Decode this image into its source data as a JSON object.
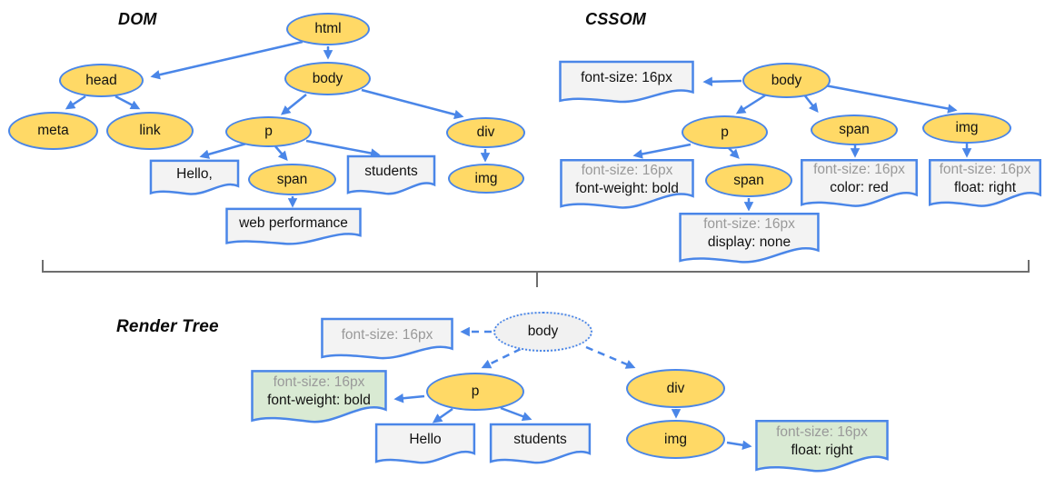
{
  "diagram": {
    "colors": {
      "node_fill": "#ffd966",
      "node_border": "#4a86e8",
      "arrow": "#4a86e8",
      "box_fill": "#f3f3f3",
      "matched_style_box_fill": "#d9ead3",
      "render_root_fill": "#f1f1f1",
      "secondary_text": "#999999",
      "bracket_line": "#6e6e6e"
    },
    "dom": {
      "title": "DOM",
      "nodes": {
        "html": "html",
        "head": "head",
        "body": "body",
        "meta": "meta",
        "link": "link",
        "p": "p",
        "span": "span",
        "div": "div",
        "img": "img"
      },
      "text_boxes": {
        "hello": "Hello,",
        "students": "students",
        "web_performance": "web performance"
      },
      "edges": [
        "html>head",
        "html>body",
        "head>meta",
        "head>link",
        "body>p",
        "body>div",
        "p>Hello,",
        "p>span",
        "p>students",
        "span>web performance",
        "div>img"
      ]
    },
    "cssom": {
      "title": "CSSOM",
      "nodes": {
        "body": "body",
        "p": "p",
        "span": "span",
        "img": "img",
        "span_child": "span"
      },
      "style_boxes": {
        "body_style": {
          "line1": "font-size: 16px"
        },
        "p_style": {
          "line1": "font-size: 16px",
          "line2": "font-weight: bold"
        },
        "span_child_style": {
          "line1": "font-size: 16px",
          "line2": "display: none"
        },
        "span_style": {
          "line1": "font-size: 16px",
          "line2": "color: red"
        },
        "img_style": {
          "line1": "font-size: 16px",
          "line2": "float: right"
        }
      },
      "edges": [
        "body>body_style",
        "body>p",
        "body>span",
        "body>img",
        "p>p_style",
        "p>span_child",
        "span_child>span_child_style",
        "span>span_style",
        "img>img_style"
      ]
    },
    "render_tree": {
      "title": "Render Tree",
      "nodes": {
        "body": "body",
        "p": "p",
        "div": "div",
        "img": "img"
      },
      "style_boxes": {
        "body_style": {
          "line1": "font-size: 16px"
        },
        "p_style": {
          "line1": "font-size: 16px",
          "line2": "font-weight: bold"
        },
        "img_style": {
          "line1": "font-size: 16px",
          "line2": "float: right"
        }
      },
      "text_boxes": {
        "hello": "Hello",
        "students": "students"
      },
      "edges": [
        "body>body_style",
        "body>p",
        "body>div",
        "p>p_style",
        "p>Hello",
        "p>students",
        "div>img",
        "img>img_style"
      ]
    }
  }
}
